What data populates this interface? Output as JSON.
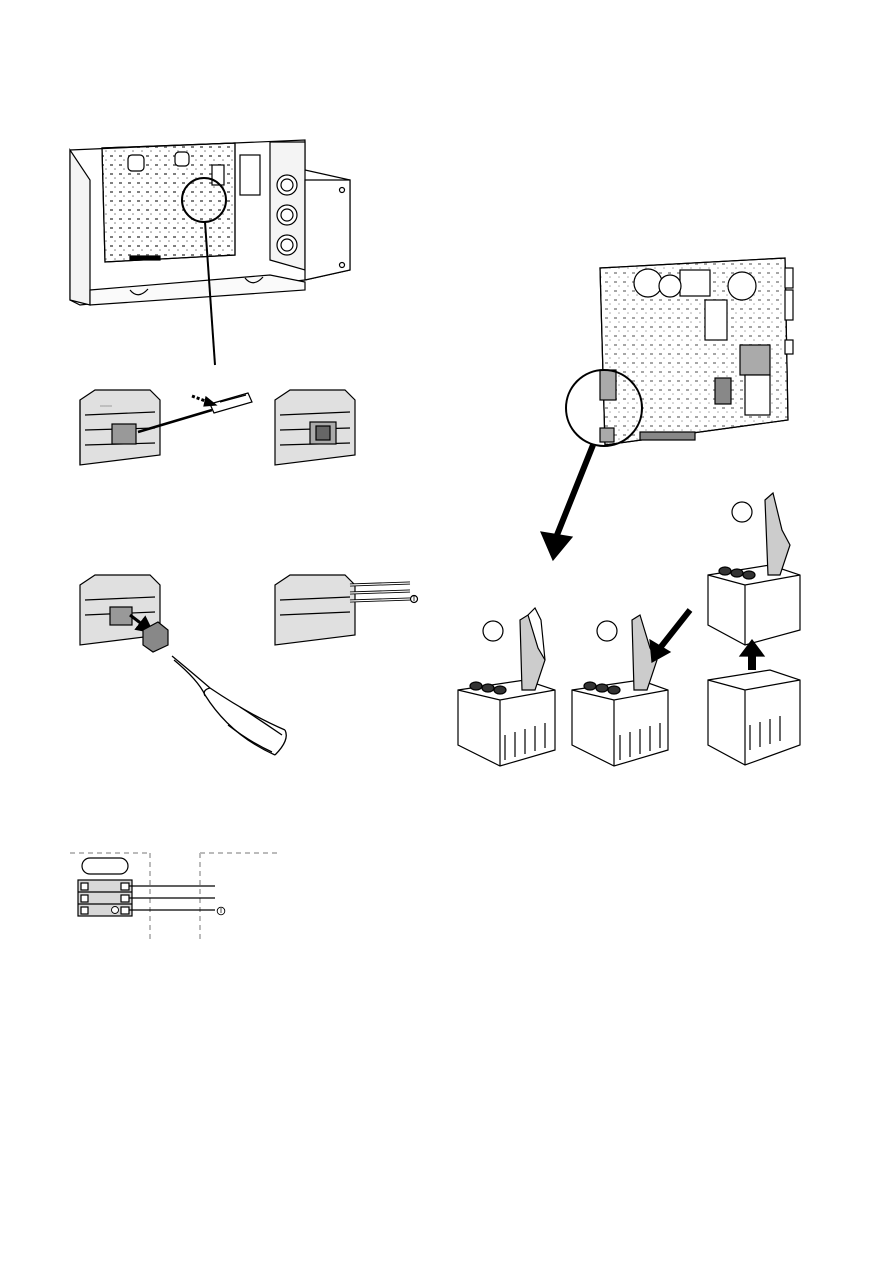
{
  "figures": {
    "control_box": {
      "label": "control-box-with-pcb"
    },
    "terminal_release": {
      "label": "terminal-release-with-screwdriver"
    },
    "terminal_opened": {
      "label": "terminal-opened"
    },
    "terminal_cap_pliers": {
      "label": "remove-cap-with-pliers"
    },
    "terminal_wired": {
      "label": "terminal-wired"
    },
    "pcb_board": {
      "label": "pcb-board-detail"
    },
    "connector_steps": {
      "label": "connector-removal-steps"
    },
    "wiring_schematic": {
      "label": "wiring-schematic"
    }
  },
  "step_markers": [
    "",
    "",
    ""
  ],
  "icons": {
    "arrow": "arrow-icon",
    "ground": "ground-symbol-icon",
    "screwdriver": "screwdriver-icon",
    "pliers": "pliers-icon",
    "magnifier": "magnifier-circle-icon"
  },
  "colors": {
    "line": "#000000",
    "fill_gray": "#c8c8c8",
    "dashed": "#bbbbbb"
  }
}
